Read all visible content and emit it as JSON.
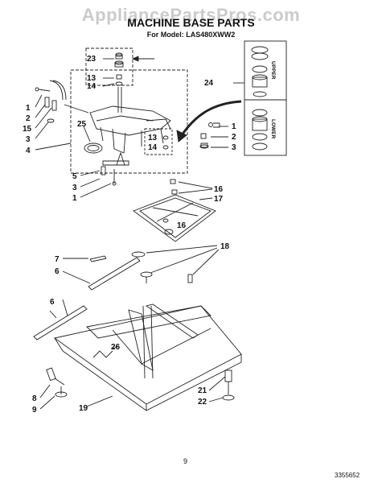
{
  "watermark": "AppliancePartsPros.com",
  "title": "MACHINE BASE PARTS",
  "subtitle": "For Model: LAS480XWW2",
  "page_number": "9",
  "document_number": "3355652",
  "side_panel": {
    "upper": "UPPER",
    "lower": "LOWER"
  },
  "callouts": {
    "c23": "23",
    "c13a": "13",
    "c14a": "14",
    "c24": "24",
    "c1a": "1",
    "c2a": "2",
    "c15": "15",
    "c3a": "3",
    "c4": "4",
    "c25": "25",
    "c13b": "13",
    "c14b": "14",
    "c1b": "1",
    "c2b": "2",
    "c3b": "3",
    "c5": "5",
    "c3c": "3",
    "c1c": "1",
    "c16a": "16",
    "c17": "17",
    "c16b": "16",
    "c7": "7",
    "c18": "18",
    "c6a": "6",
    "c6b": "6",
    "c26": "26",
    "c8": "8",
    "c9": "9",
    "c19": "19",
    "c21": "21",
    "c22": "22"
  }
}
